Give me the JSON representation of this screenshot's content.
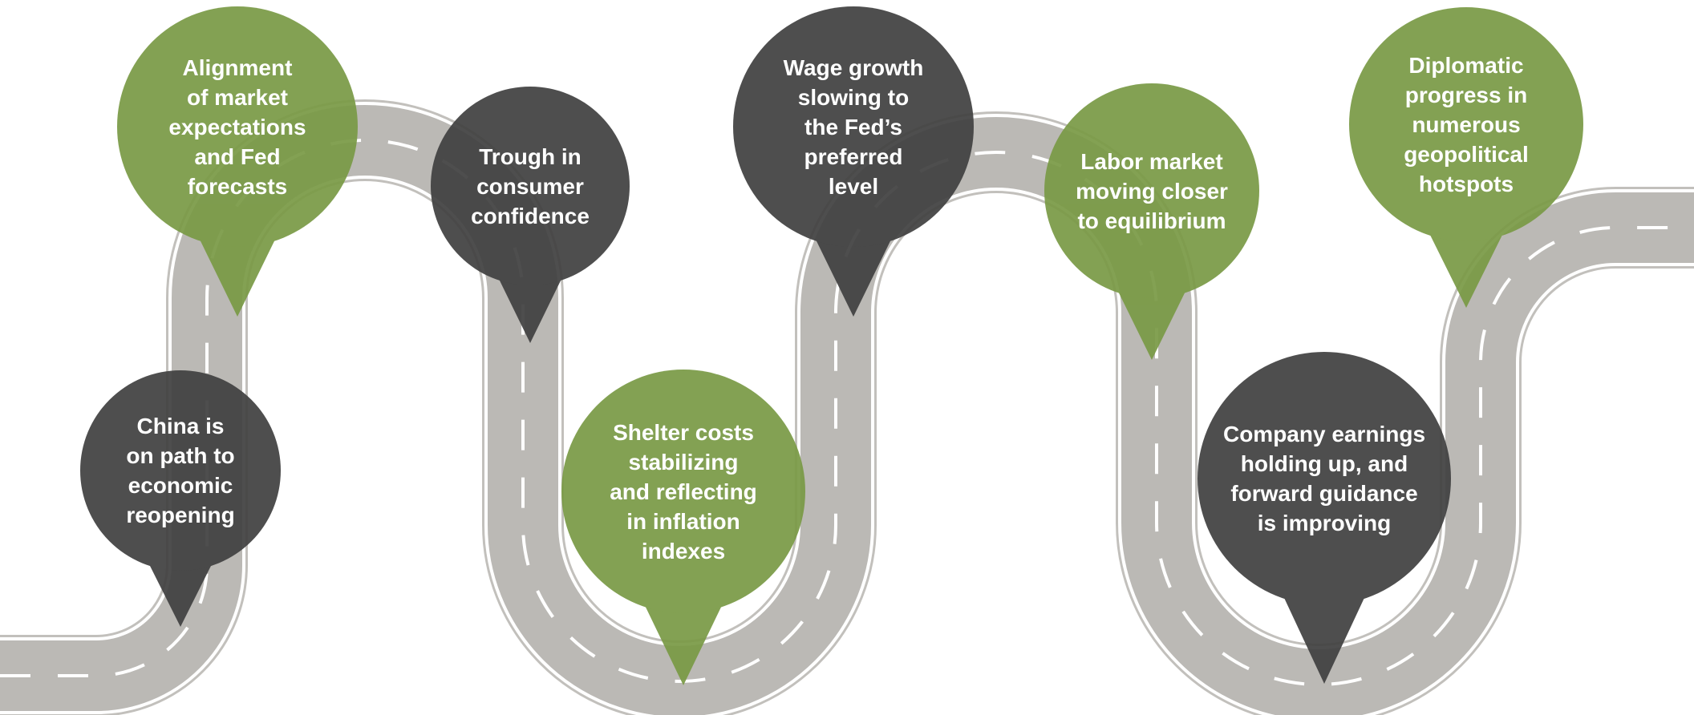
{
  "colors": {
    "green": "#7a9a46",
    "dark": "#414141",
    "road": "#bbb9b5",
    "road_edge": "#c2c0bc",
    "lane_marking": "#ffffff",
    "background": "#ffffff"
  },
  "milestones": [
    {
      "id": "china",
      "color": "dark",
      "text": "China is\non path to\neconomic\nreopening"
    },
    {
      "id": "alignment",
      "color": "green",
      "text": "Alignment\nof market\nexpectations\nand Fed\nforecasts"
    },
    {
      "id": "trough",
      "color": "dark",
      "text": "Trough in\nconsumer\nconfidence"
    },
    {
      "id": "shelter",
      "color": "green",
      "text": "Shelter costs\nstabilizing\nand reflecting\nin inflation\nindexes"
    },
    {
      "id": "wage",
      "color": "dark",
      "text": "Wage growth\nslowing to\nthe Fed’s\npreferred\nlevel"
    },
    {
      "id": "labor",
      "color": "green",
      "text": "Labor market\nmoving closer\nto equilibrium"
    },
    {
      "id": "earnings",
      "color": "dark",
      "text": "Company earnings\nholding up, and\nforward guidance\nis improving"
    },
    {
      "id": "diplomatic",
      "color": "green",
      "text": "Diplomatic\nprogress in\nnumerous\ngeopolitical\nhotspots"
    }
  ]
}
